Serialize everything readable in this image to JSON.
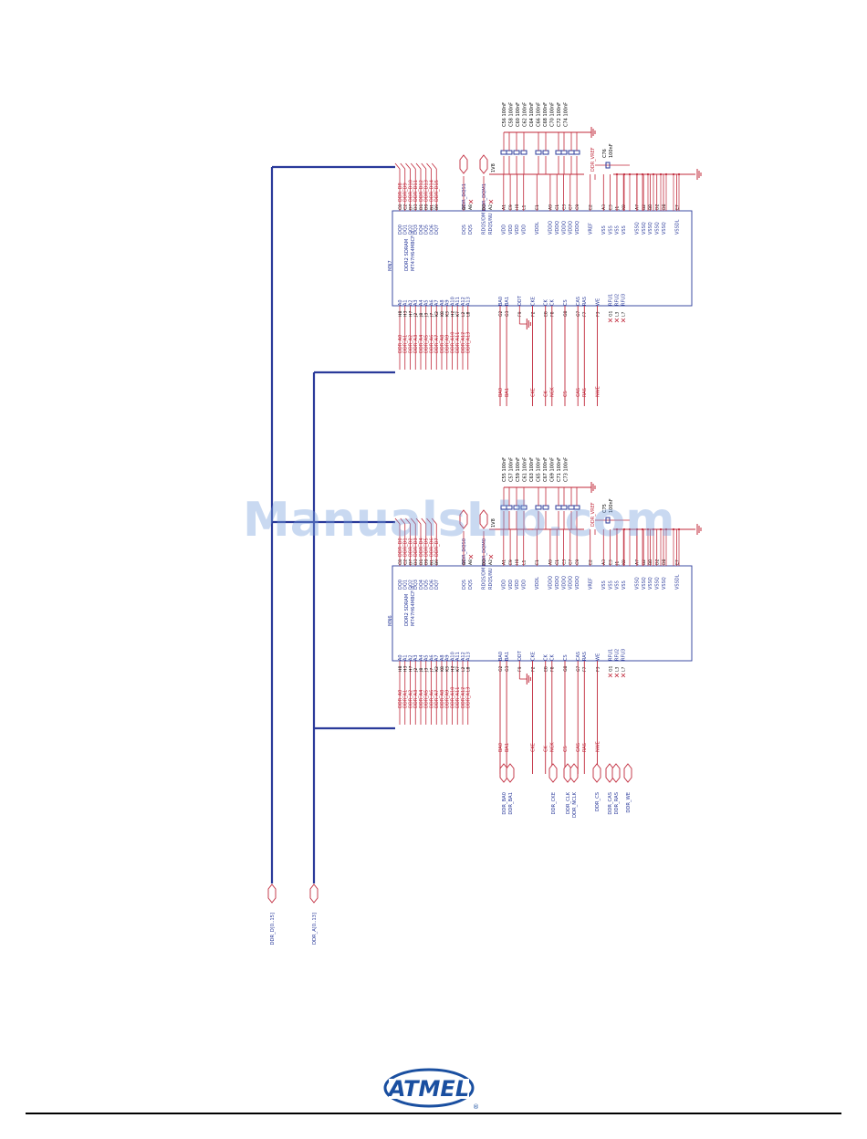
{
  "colors": {
    "bus": "#2a3a9a",
    "wire": "#c0283a",
    "text_blue": "#2a3a9a",
    "text_red": "#c0283a",
    "text_black": "#000000"
  },
  "watermark": "ManualsLib.com",
  "logo_text": "ATMEL",
  "bus_ports": {
    "data": "DDR_D[0..15]",
    "addr": "DDR_A[0..13]"
  },
  "blocks": [
    {
      "id": "upper",
      "ref": "MN7",
      "part_lines": [
        "DDR2 SDRAM",
        "MT47H64M8CF-3"
      ],
      "addr_pins": [
        "A0",
        "A1",
        "A2",
        "A3",
        "A4",
        "A5",
        "A6",
        "A7",
        "A8",
        "A9",
        "A10",
        "A11",
        "A12",
        "A13"
      ],
      "addr_balls": [
        "H8",
        "H3",
        "H7",
        "J2",
        "J8",
        "J3",
        "J7",
        "K2",
        "K8",
        "K3",
        "H2",
        "K7",
        "L2",
        "L8"
      ],
      "addr_nets": [
        "DDR_A0",
        "DDR_A1",
        "DDR_A2",
        "DDR_A3",
        "DDR_A4",
        "DDR_A5",
        "DDR_A6",
        "DDR_A7",
        "DDR_A8",
        "DDR_A9",
        "DDR_A10",
        "DDR_A11",
        "DDR_A12",
        "DDR_A13"
      ],
      "data_pins": [
        "DQ0",
        "DQ1",
        "DQ2",
        "DQ3",
        "DQ4",
        "DQ5",
        "DQ6",
        "DQ7"
      ],
      "data_balls": [
        "C8",
        "C2",
        "D7",
        "D3",
        "D1",
        "D9",
        "B1",
        "B9"
      ],
      "data_nets": [
        "DDR_D8",
        "DDR_D9",
        "DDR_D10",
        "DDR_D11",
        "DDR_D12",
        "DDR_D13",
        "DDR_D14",
        "DDR_D15"
      ],
      "ctrl_pins": [
        "BA0",
        "BA1",
        "",
        "ODT",
        "",
        "CKE",
        "",
        "CK",
        "CK",
        "",
        "CS",
        "",
        "CAS",
        "RAS",
        "",
        "WE",
        "",
        "RFU1",
        "RFU2",
        "RFU3"
      ],
      "ctrl_balls": [
        "G2",
        "G3",
        "",
        "F9",
        "",
        "F2",
        "",
        "E8",
        "F8",
        "",
        "G8",
        "",
        "G7",
        "F7",
        "",
        "F3",
        "",
        "G1",
        "L3",
        "L7"
      ],
      "ctrl_nets": [
        "BA0",
        "BA1",
        "",
        "",
        "",
        "CKE",
        "",
        "CK",
        "NCK",
        "",
        "CS",
        "",
        "CAS",
        "RAS",
        "",
        "NWE",
        "",
        "",
        "",
        ""
      ],
      "right_pins": [
        "DQS",
        "DQS",
        "",
        "RDQS/DM",
        "RDQS/NU",
        "",
        "VDD",
        "VDD",
        "VDD",
        "VDD",
        "",
        "VDDL",
        "",
        "VDDQ",
        "VDDQ",
        "VDDQ",
        "VDDQ",
        "VDDQ",
        "",
        "VREF",
        "",
        "VSS",
        "VSS",
        "VSS",
        "VSS",
        "",
        "VSSQ",
        "VSSQ",
        "VSSQ",
        "VSSQ",
        "VSSQ",
        "",
        "VSSDL"
      ],
      "right_balls": [
        "B7",
        "A8",
        "",
        "B3",
        "A2",
        "",
        "A1",
        "E9",
        "H9",
        "L1",
        "",
        "E1",
        "",
        "A9",
        "C1",
        "C3",
        "C7",
        "C9",
        "",
        "E2",
        "",
        "A3",
        "E3",
        "J1",
        "K9",
        "",
        "A7",
        "B2",
        "B8",
        "D2",
        "D8",
        "",
        "E7"
      ],
      "dqs_net": "DDR_DQS1",
      "dqm_net": "DDR_DQM1",
      "supply_label": "1V8",
      "vref_net": "DDR_VREF",
      "caps": [
        "C56 100nF",
        "C58 100nF",
        "C60 100nF",
        "C62 100nF",
        "C64 100nF",
        "C66 100nF",
        "C68 100nF",
        "C70 100nF",
        "C72 100nF",
        "C74 100nF"
      ],
      "cap_big": [
        "C76",
        "100nF"
      ]
    },
    {
      "id": "lower",
      "ref": "MN6",
      "part_lines": [
        "DDR2 SDRAM",
        "MT47H64M8CF-3"
      ],
      "addr_pins": [
        "A0",
        "A1",
        "A2",
        "A3",
        "A4",
        "A5",
        "A6",
        "A7",
        "A8",
        "A9",
        "A10",
        "A11",
        "A12",
        "A13"
      ],
      "addr_balls": [
        "H8",
        "H3",
        "H7",
        "J2",
        "J8",
        "J3",
        "J7",
        "K2",
        "K8",
        "K3",
        "H2",
        "K7",
        "L2",
        "L8"
      ],
      "addr_nets": [
        "DDR_A0",
        "DDR_A1",
        "DDR_A2",
        "DDR_A3",
        "DDR_A4",
        "DDR_A5",
        "DDR_A6",
        "DDR_A7",
        "DDR_A8",
        "DDR_A9",
        "DDR_A10",
        "DDR_A11",
        "DDR_A12",
        "DDR_A13"
      ],
      "data_pins": [
        "DQ0",
        "DQ1",
        "DQ2",
        "DQ3",
        "DQ4",
        "DQ5",
        "DQ6",
        "DQ7"
      ],
      "data_balls": [
        "C8",
        "C2",
        "D7",
        "D3",
        "D1",
        "D9",
        "B1",
        "B9"
      ],
      "data_nets": [
        "DDR_D0",
        "DDR_D1",
        "DDR_D2",
        "DDR_D3",
        "DDR_D4",
        "DDR_D5",
        "DDR_D6",
        "DDR_D7"
      ],
      "ctrl_pins": [
        "BA0",
        "BA1",
        "",
        "ODT",
        "",
        "CKE",
        "",
        "CK",
        "CK",
        "",
        "CS",
        "",
        "CAS",
        "RAS",
        "",
        "WE",
        "",
        "RFU1",
        "RFU2",
        "RFU3"
      ],
      "ctrl_balls": [
        "G2",
        "G3",
        "",
        "F9",
        "",
        "F2",
        "",
        "E8",
        "F8",
        "",
        "G8",
        "",
        "G7",
        "F7",
        "",
        "F3",
        "",
        "G1",
        "L3",
        "L7"
      ],
      "ctrl_nets": [
        "BA0",
        "BA1",
        "",
        "",
        "",
        "CKE",
        "",
        "CK",
        "NCK",
        "",
        "CS",
        "",
        "CAS",
        "RAS",
        "",
        "NWE",
        "",
        "",
        "",
        ""
      ],
      "right_pins": [
        "DQS",
        "DQS",
        "",
        "RDQS/DM",
        "RDQS/NU",
        "",
        "VDD",
        "VDD",
        "VDD",
        "VDD",
        "",
        "VDDL",
        "",
        "VDDQ",
        "VDDQ",
        "VDDQ",
        "VDDQ",
        "VDDQ",
        "",
        "VREF",
        "",
        "VSS",
        "VSS",
        "VSS",
        "VSS",
        "",
        "VSSQ",
        "VSSQ",
        "VSSQ",
        "VSSQ",
        "VSSQ",
        "",
        "VSSDL"
      ],
      "right_balls": [
        "B7",
        "A8",
        "",
        "B3",
        "A2",
        "",
        "A1",
        "E9",
        "H9",
        "L1",
        "",
        "E1",
        "",
        "A9",
        "C1",
        "C3",
        "C7",
        "C9",
        "",
        "E2",
        "",
        "A3",
        "E3",
        "J1",
        "K9",
        "",
        "A7",
        "B2",
        "B8",
        "D2",
        "D8",
        "",
        "E7"
      ],
      "dqs_net": "DDR_DQS0",
      "dqm_net": "DDR_DQM0",
      "supply_label": "1V8",
      "vref_net": "DDR_VREF",
      "caps": [
        "C55 100nF",
        "C57 100nF",
        "C59 100nF",
        "C61 100nF",
        "C63 100nF",
        "C65 100nF",
        "C67 100nF",
        "C69 100nF",
        "C71 100nF",
        "C73 100nF"
      ],
      "cap_big": [
        "C75",
        "100nF"
      ]
    }
  ],
  "ctrl_ports": [
    "DDR_BA0",
    "DDR_BA1",
    "DDR_CKE",
    "DDR_CLK",
    "DDR_NCLK",
    "DDR_CS",
    "DDR_CAS",
    "DDR_RAS",
    "DDR_WE"
  ]
}
